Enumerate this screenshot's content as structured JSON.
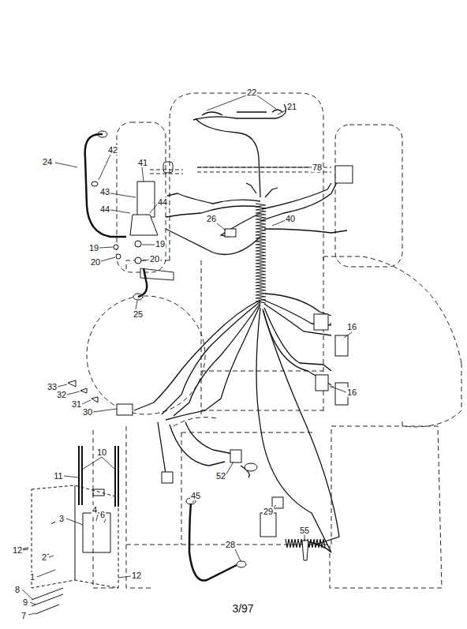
{
  "diagram": {
    "labels": [
      "22",
      "21",
      "24",
      "42",
      "41",
      "78",
      "43",
      "44",
      "44",
      "26",
      "40",
      "19",
      "19",
      "20",
      "20",
      "25",
      "16",
      "16",
      "33",
      "32",
      "31",
      "30",
      "10",
      "11",
      "52",
      "45",
      "29",
      "3",
      "4",
      "6",
      "12",
      "2",
      "1",
      "8",
      "9",
      "7",
      "12",
      "55",
      "28",
      "3/97"
    ]
  }
}
